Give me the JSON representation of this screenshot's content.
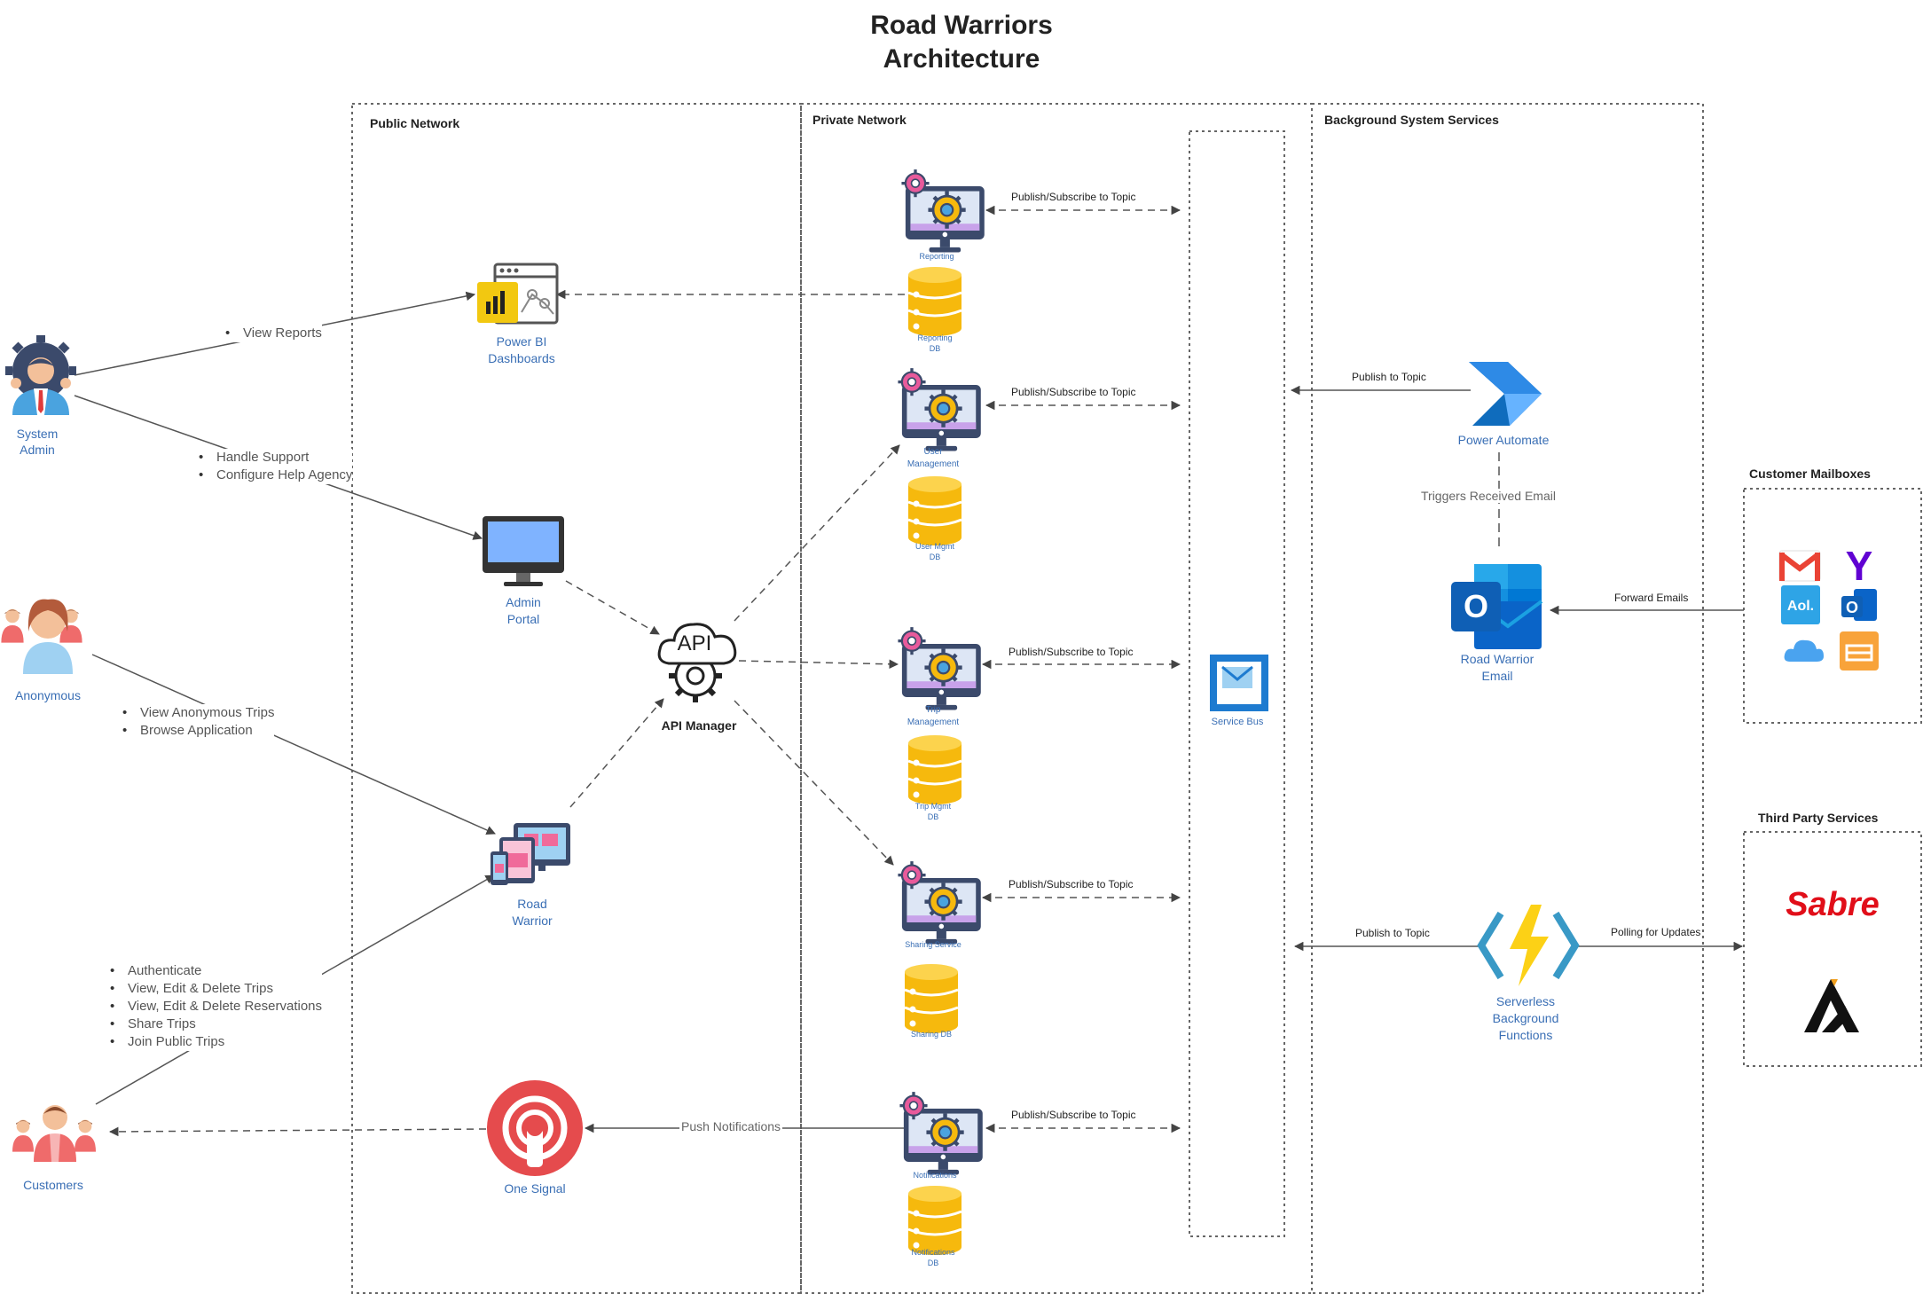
{
  "title_line1": "Road Warriors",
  "title_line2": "Architecture",
  "zones": {
    "public": "Public Network",
    "private": "Private Network",
    "background": "Background System Services",
    "mailboxes": "Customer Mailboxes",
    "third_party": "Third Party Services"
  },
  "actors": {
    "admin_l1": "System",
    "admin_l2": "Admin",
    "anonymous": "Anonymous",
    "customers": "Customers"
  },
  "components": {
    "powerbi_l1": "Power BI",
    "powerbi_l2": "Dashboards",
    "admin_portal_l1": "Admin",
    "admin_portal_l2": "Portal",
    "road_warrior_l1": "Road",
    "road_warrior_l2": "Warrior",
    "one_signal": "One Signal",
    "api_icon": "API",
    "api_manager": "API Manager",
    "service_bus": "Service Bus",
    "power_automate": "Power Automate",
    "rw_email_l1": "Road Warrior",
    "rw_email_l2": "Email",
    "serverless_l1": "Serverless",
    "serverless_l2": "Background",
    "serverless_l3": "Functions",
    "outlook_letter": "O",
    "aol_text": "Aol.",
    "outlook_small": "O",
    "yahoo_letter": "Y",
    "sabre": "Sabre"
  },
  "services": {
    "reporting": "Reporting",
    "reporting_db_l1": "Reporting",
    "reporting_db_l2": "DB",
    "user_mgmt_l1": "User",
    "user_mgmt_l2": "Management",
    "user_db_l1": "User Mgmt",
    "user_db_l2": "DB",
    "trip_l1": "Trip",
    "trip_l2": "Management",
    "trip_db_l1": "Trip Mgmt",
    "trip_db_l2": "DB",
    "sharing": "Sharing Service",
    "sharing_db": "Sharing DB",
    "notifications": "Notifications",
    "notif_db_l1": "Notifications",
    "notif_db_l2": "DB"
  },
  "edges": {
    "pubsub": "Publish/Subscribe to Topic",
    "publish": "Publish to Topic",
    "triggers": "Triggers Received Email",
    "forward": "Forward Emails",
    "polling": "Polling for Updates",
    "push": "Push Notifications"
  },
  "bullets": {
    "view_reports": "View Reports",
    "admin_1": "Handle Support",
    "admin_2": "Configure Help Agency",
    "anon_1": "View Anonymous Trips",
    "anon_2": "Browse Application",
    "cust_1": "Authenticate",
    "cust_2": "View, Edit & Delete Trips",
    "cust_3": "View, Edit & Delete Reservations",
    "cust_4": "Share Trips",
    "cust_5": "Join Public Trips"
  },
  "colors": {
    "label_blue": "#3a6fb5",
    "db_gold": "#f6b90d",
    "monitor_purple": "#c8a2ea",
    "gear_blue": "#4aa3df",
    "onesignal_red": "#e54b4d",
    "sabre_red": "#e10e19",
    "servicebus_blue": "#1e7bd0",
    "outlook_blue": "#0a64c8"
  }
}
